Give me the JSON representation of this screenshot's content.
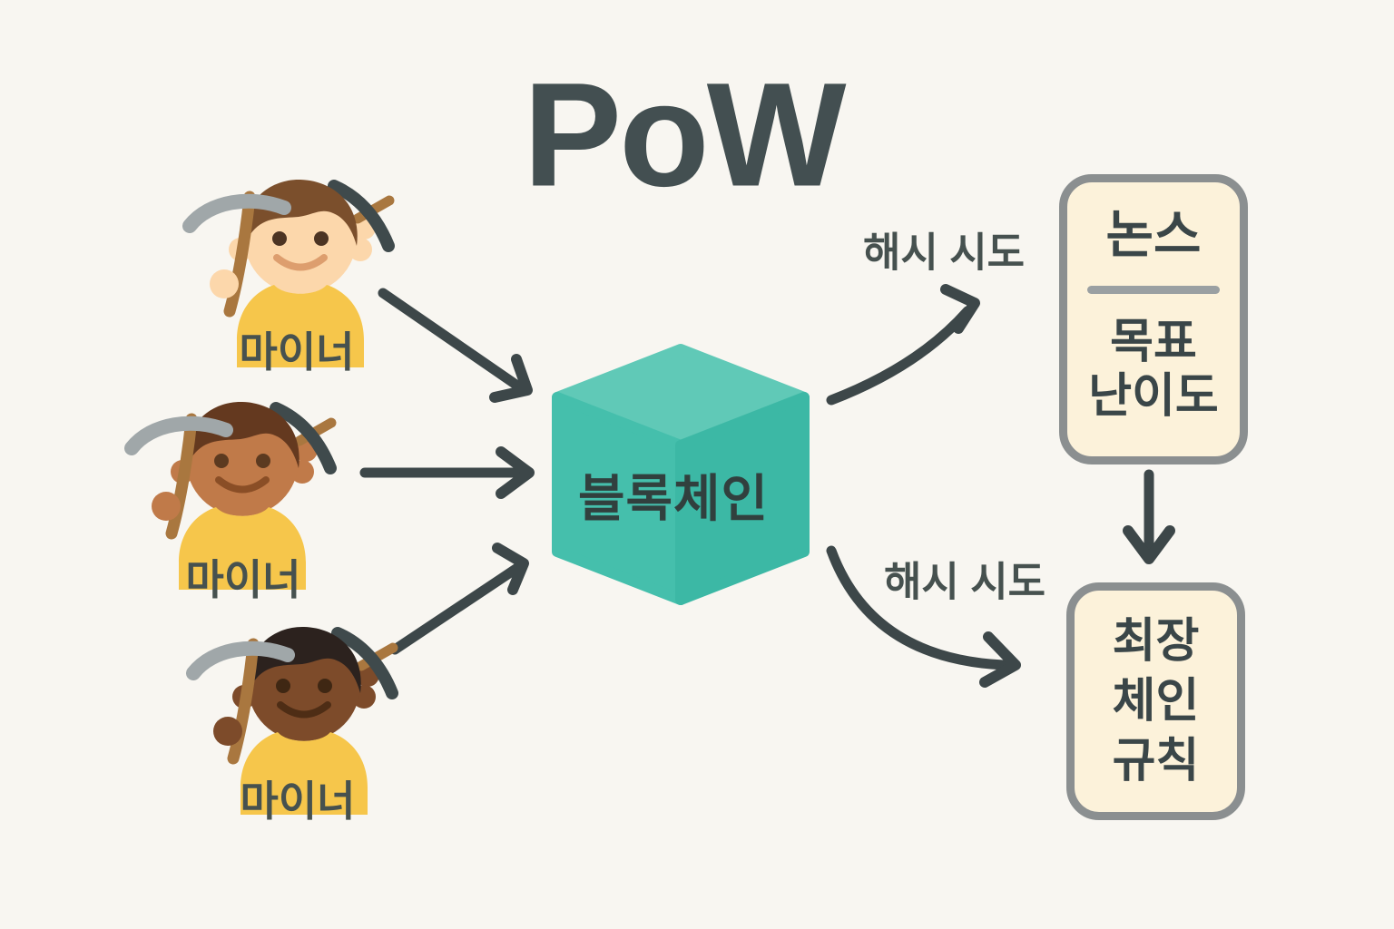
{
  "title": "PoW",
  "colors": {
    "background": "#f8f6f1",
    "ink": "#434f51",
    "arrow": "#3d4749",
    "cube_top": "#60c9b7",
    "cube_left": "#45bfac",
    "cube_right": "#3cb8a5",
    "cube_label": "#31403e",
    "box_bg": "#fcf2da",
    "box_border": "#8b8f90",
    "divider": "#9aa0a2",
    "box_text": "#3a4648",
    "label_text": "#46514f",
    "pickaxe_blade": "#a0a7a9",
    "pickaxe_handle": "#a9773f",
    "back_blade": "#3f4a4c"
  },
  "miners": [
    {
      "label": "마이너",
      "skin": "#fcd7ab",
      "hair": "#7b4f2c",
      "shirt": "#f6c64b",
      "smile": "#dd9e6e",
      "eyes": "#4c3423"
    },
    {
      "label": "마이너",
      "skin": "#c07a49",
      "hair": "#64391f",
      "shirt": "#f6c64b",
      "smile": "#8a4e26",
      "eyes": "#5c3a20"
    },
    {
      "label": "마이너",
      "skin": "#7d4b2a",
      "hair": "#2c221e",
      "shirt": "#f6c64b",
      "smile": "#4e2d15",
      "eyes": "#3f2713"
    }
  ],
  "cube": {
    "label": "블록체인"
  },
  "edges": {
    "hash_attempt_top": "해시 시도",
    "hash_attempt_bottom": "해시 시도"
  },
  "nonce_box": {
    "numerator": "논스",
    "denominator_line1": "목표",
    "denominator_line2": "난이도"
  },
  "rule_box": {
    "line1": "최장",
    "line2": "체인",
    "line3": "규칙"
  }
}
